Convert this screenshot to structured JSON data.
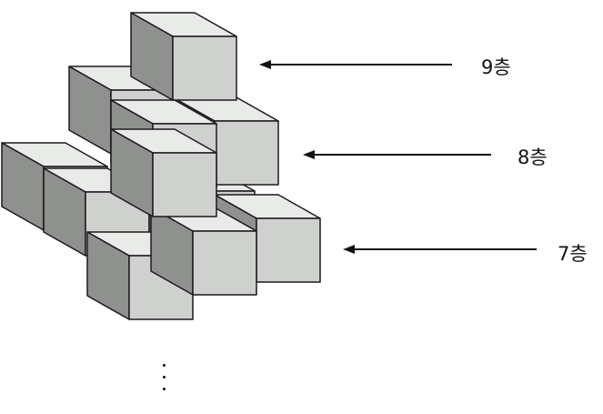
{
  "layers": [
    {
      "id": "9",
      "label": "9층"
    },
    {
      "id": "8",
      "label": "8층"
    },
    {
      "id": "7",
      "label": "7층"
    }
  ],
  "continuation": "⋮",
  "colors": {
    "cube_top": "#e9ebe8",
    "cube_front": "#cfd1ce",
    "cube_side": "#8f918e",
    "edge": "#1a1a1a",
    "arrow": "#111111"
  }
}
